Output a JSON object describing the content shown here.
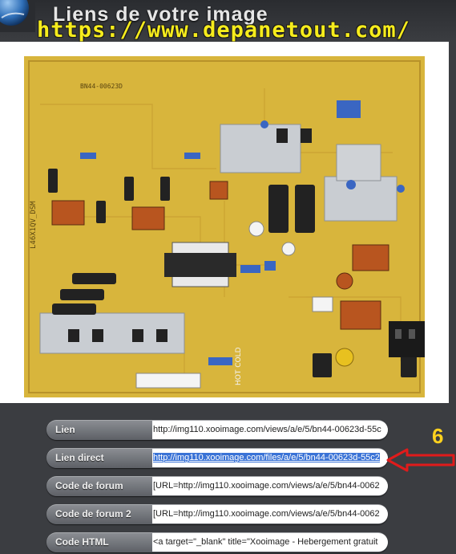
{
  "header": {
    "title": "Liens de votre image",
    "watermark": "https://www.depanetout.com/"
  },
  "image": {
    "board_marking": "BN44-00623D",
    "board_label_side": "L46X1QV_DSM",
    "board_label_bottom": "HOT COLD"
  },
  "links": [
    {
      "label": "Lien",
      "value": "http://img110.xooimage.com/views/a/e/5/bn44-00623d-55c",
      "selected": false
    },
    {
      "label": "Lien direct",
      "value": "http://img110.xooimage.com/files/a/e/5/bn44-00623d-55c2",
      "selected": true
    },
    {
      "label": "Code de forum",
      "value": "[URL=http://img110.xooimage.com/views/a/e/5/bn44-0062",
      "selected": false
    },
    {
      "label": "Code de forum 2",
      "value": "[URL=http://img110.xooimage.com/views/a/e/5/bn44-0062",
      "selected": false
    },
    {
      "label": "Code HTML",
      "value": "<a target=\"_blank\" title=\"Xooimage - Hebergement gratuit",
      "selected": false
    }
  ],
  "annotation": {
    "number": "6",
    "arrow_color": "#e01b1b"
  },
  "colors": {
    "watermark": "#f6ec1c",
    "selection": "#3a73d6",
    "board": "#d8b53c"
  }
}
